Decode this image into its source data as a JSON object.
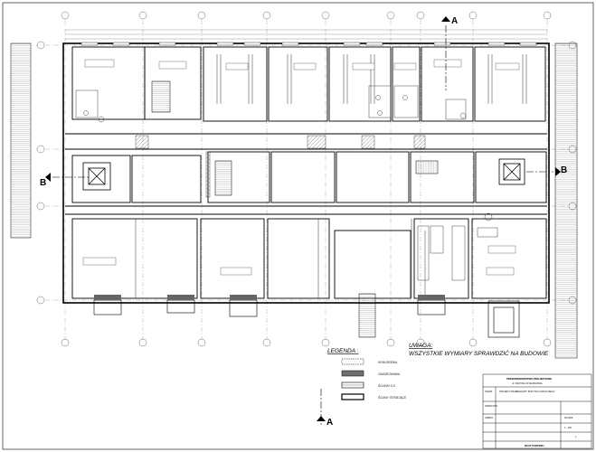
{
  "sections": {
    "a_top": "A",
    "a_bottom": "A",
    "b_left": "B",
    "b_right": "B"
  },
  "legend": {
    "title": "LEGENDA :",
    "items": [
      {
        "label": "WYBURZENIA"
      },
      {
        "label": "ZAMUROWANIA"
      },
      {
        "label": "ŚCIANKI G-K"
      },
      {
        "label": "ŚCIANY ISTNIEJĄCE"
      }
    ]
  },
  "note": {
    "title": "UWAGA:",
    "text": "WSZYSTKIE WYMIARY SPRAWDZIĆ NA BUDOWIE"
  },
  "title_block": {
    "company_line1": "PRZEDSIĘBIORSTWO PROJEKTOWE",
    "company_line2": "ul. KRZYWA 33 WARSZAWA",
    "project_label": "TEMAT",
    "project": "PROJEKT PRZEBUDOWY BUDYNKU SZKOLNEGO",
    "investor_label": "INWESTOR",
    "address_label": "ADRES",
    "scale": "1 : 100",
    "date": "05.2009",
    "sheet_no": "1",
    "drawing_title": "RZUT PARTERU"
  }
}
